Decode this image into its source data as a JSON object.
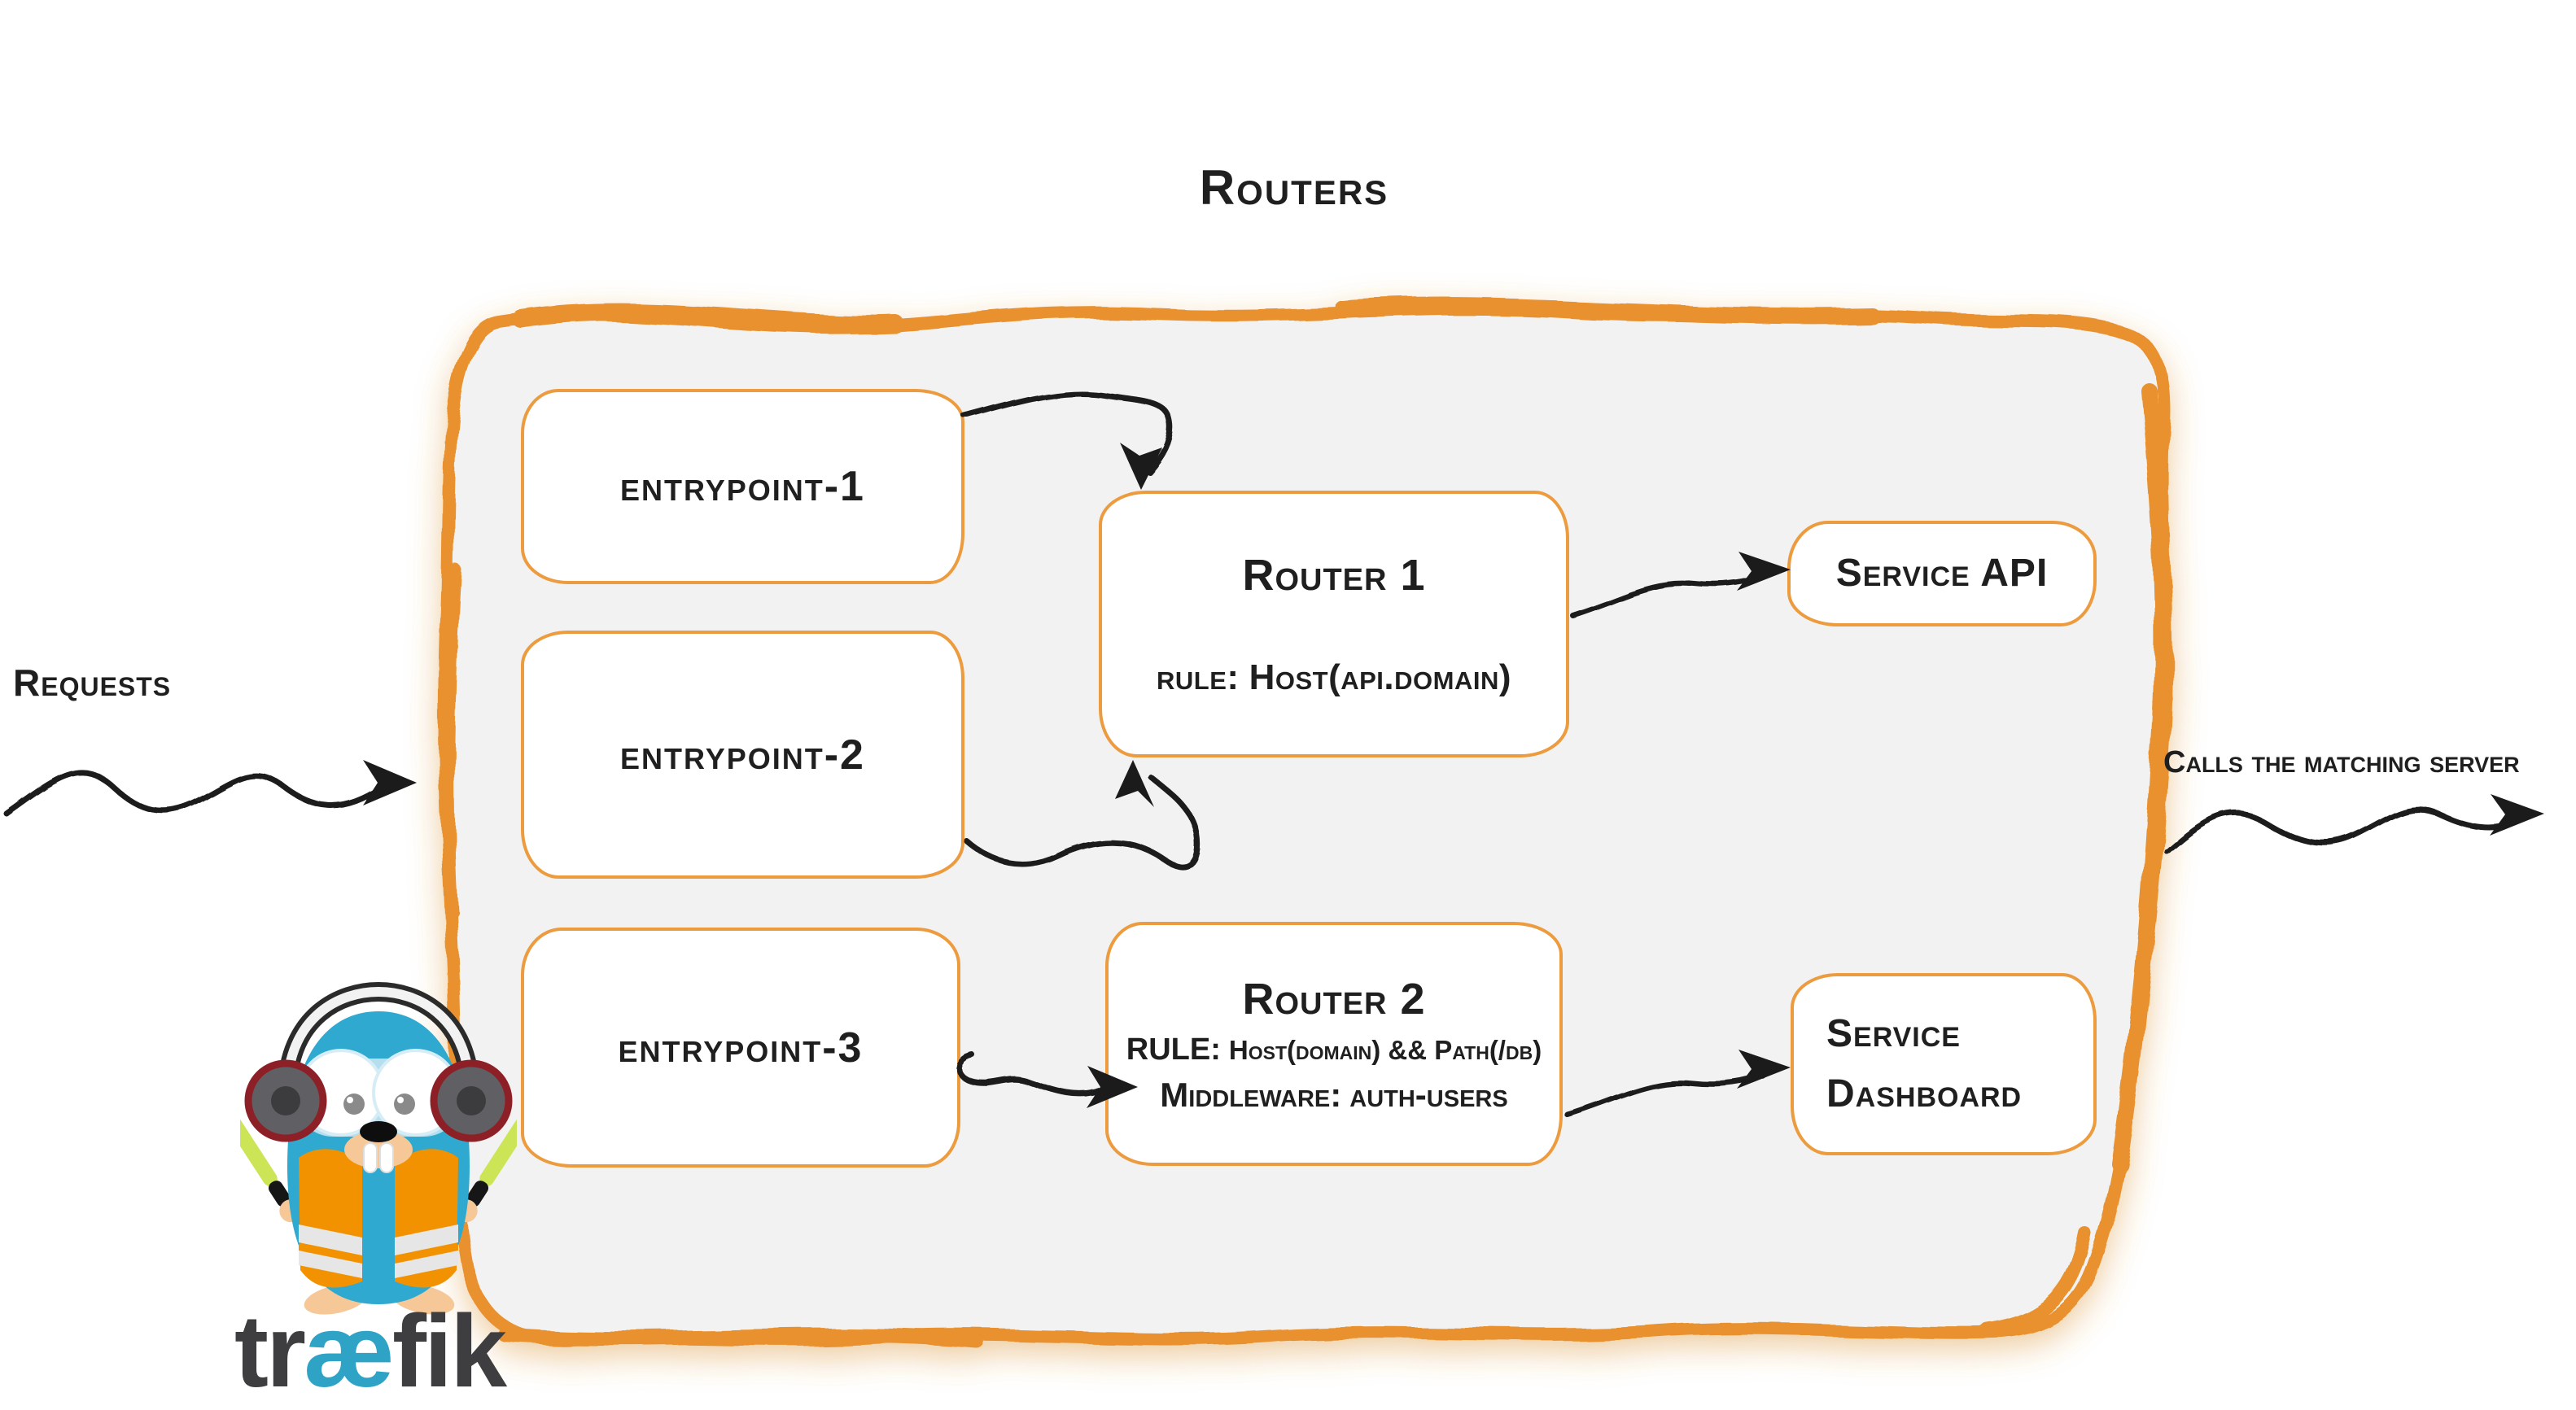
{
  "title": "Routers",
  "outer_labels": {
    "requests": "Requests",
    "calls": "Calls the matching server"
  },
  "entrypoints": [
    {
      "label": "entrypoint-1"
    },
    {
      "label": "entrypoint-2"
    },
    {
      "label": "entrypoint-3"
    }
  ],
  "routers": [
    {
      "title": "Router 1",
      "rule_label": "rule:",
      "rule_value": "Host(api.domain)"
    },
    {
      "title": "Router 2",
      "rule_label": "RULE:",
      "rule_value": "Host(domain) && Path(/db)",
      "middleware_label": "Middleware:",
      "middleware_value": "auth-users"
    }
  ],
  "services": [
    {
      "label": "Service API"
    },
    {
      "label": "Service Dashboard"
    }
  ],
  "logo": {
    "prefix": "tr",
    "ligature": "æ",
    "suffix": "fik"
  },
  "colors": {
    "accent": "#e8912d",
    "panel_fill": "#f2f2f2",
    "ink": "#1b1b1b",
    "traefik_blue": "#2fa9cf"
  }
}
